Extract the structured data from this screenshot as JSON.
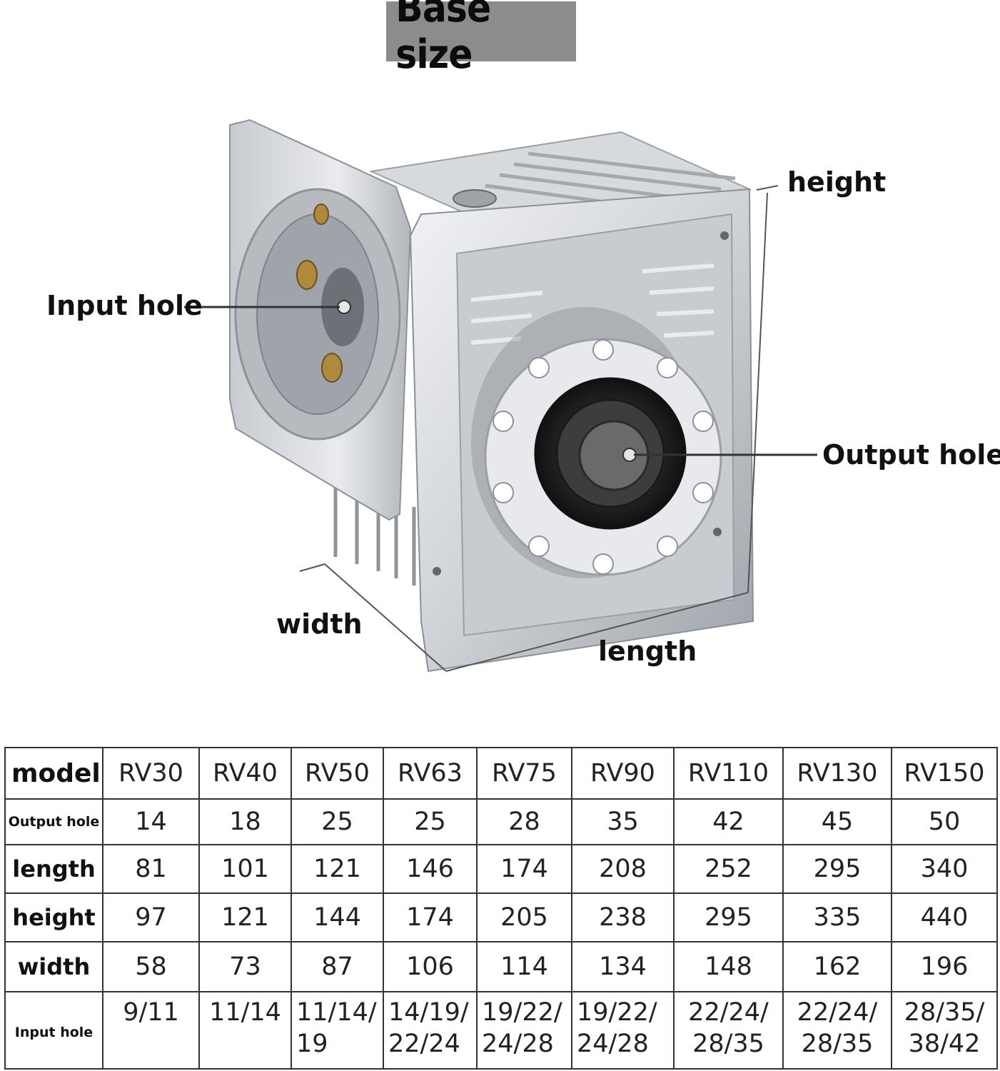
{
  "title": "Base size",
  "labels": {
    "height": "height",
    "input_hole": "Input hole",
    "output_hole": "Output hole",
    "width": "width",
    "length": "length"
  },
  "table": {
    "header_label": "model",
    "models": [
      "RV30",
      "RV40",
      "RV50",
      "RV63",
      "RV75",
      "RV90",
      "RV110",
      "RV130",
      "RV150"
    ],
    "rows": [
      {
        "label": "Output hole",
        "values": [
          "14",
          "18",
          "25",
          "25",
          "28",
          "35",
          "42",
          "45",
          "50"
        ]
      },
      {
        "label": "length",
        "values": [
          "81",
          "101",
          "121",
          "146",
          "174",
          "208",
          "252",
          "295",
          "340"
        ]
      },
      {
        "label": "height",
        "values": [
          "97",
          "121",
          "144",
          "174",
          "205",
          "238",
          "295",
          "335",
          "440"
        ]
      },
      {
        "label": "width",
        "values": [
          "58",
          "73",
          "87",
          "106",
          "114",
          "134",
          "148",
          "162",
          "196"
        ]
      }
    ],
    "input_row": {
      "label": "Input hole",
      "values": [
        [
          "9/11",
          ""
        ],
        [
          "11/14",
          ""
        ],
        [
          "11/14/",
          "19"
        ],
        [
          "14/19/",
          "22/24"
        ],
        [
          "19/22/",
          "24/28"
        ],
        [
          "19/22/",
          "24/28"
        ],
        [
          "22/24/",
          "28/35"
        ],
        [
          "22/24/",
          "28/35"
        ],
        [
          "28/35/",
          "38/42"
        ]
      ]
    }
  },
  "colors": {
    "title_bg": "#8c8c8c",
    "metal_light": "#e4e6e9",
    "metal_mid": "#bfc3c8",
    "metal_dark": "#8d9298",
    "shaft_dark": "#2a2a2a"
  }
}
